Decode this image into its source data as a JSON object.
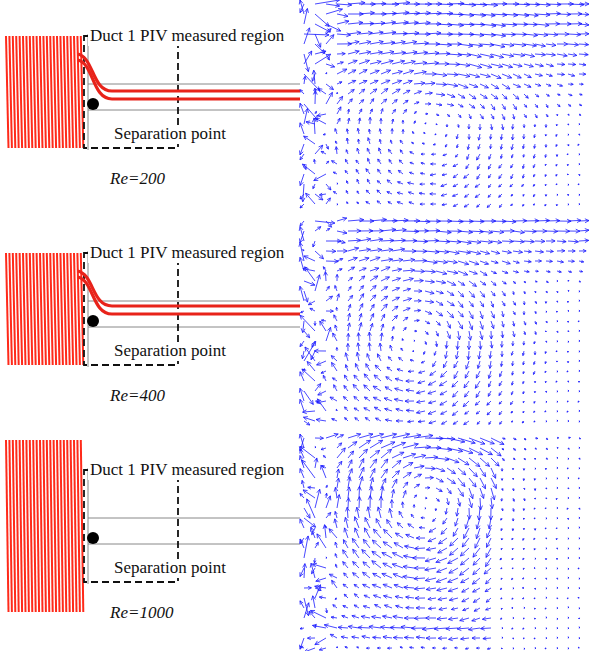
{
  "diagram": {
    "labels": [
      "Duct 1 PIV measured region",
      "Separation point",
      "Re=200",
      "Duct 1 PIV measured region",
      "Separation point",
      "Re=400",
      "Duct 1 PIV measured region",
      "Separation point",
      "Re=1000"
    ]
  }
}
